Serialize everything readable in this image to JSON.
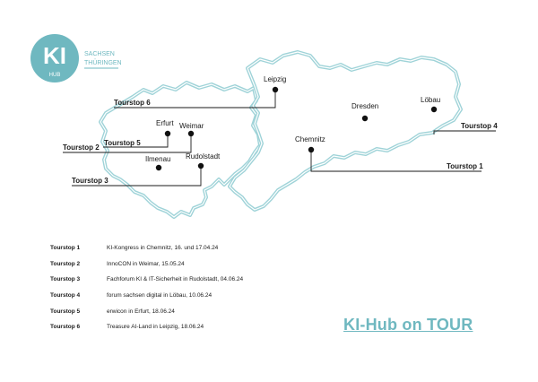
{
  "logo": {
    "mark": "KI",
    "sub": "HUB",
    "line1": "SACHSEN",
    "line2": "THÜRINGEN",
    "color": "#6fb8c0"
  },
  "cities": {
    "leipzig": "Leipzig",
    "dresden": "Dresden",
    "loebau": "Löbau",
    "chemnitz": "Chemnitz",
    "erfurt": "Erfurt",
    "weimar": "Weimar",
    "ilmenau": "Ilmenau",
    "rudolstadt": "Rudolstadt"
  },
  "map_labels": {
    "stop1": "Tourstop 1",
    "stop2": "Tourstop 2",
    "stop3": "Tourstop 3",
    "stop4": "Tourstop 4",
    "stop5": "Tourstop 5",
    "stop6": "Tourstop 6"
  },
  "legend": [
    {
      "stop": "Tourstop 1",
      "event": "KI-Kongress in Chemnitz, 16. und 17.04.24"
    },
    {
      "stop": "Tourstop 2",
      "event": "InnoCON in Weimar, 15.05.24"
    },
    {
      "stop": "Tourstop 3",
      "event": "Fachforum KI & IT-Sicherheit in Rudolstadt, 04.06.24"
    },
    {
      "stop": "Tourstop 4",
      "event": "forum sachsen digital in Löbau, 10.06.24"
    },
    {
      "stop": "Tourstop 5",
      "event": "erwicon in Erfurt, 18.06.24"
    },
    {
      "stop": "Tourstop 6",
      "event": "Treasure AI-Land in Leipzig, 18.06.24"
    }
  ],
  "title": "KI-Hub on TOUR",
  "colors": {
    "border": "#9fd3d8",
    "accent": "#6fb8c0",
    "line": "#1a1a1a"
  }
}
